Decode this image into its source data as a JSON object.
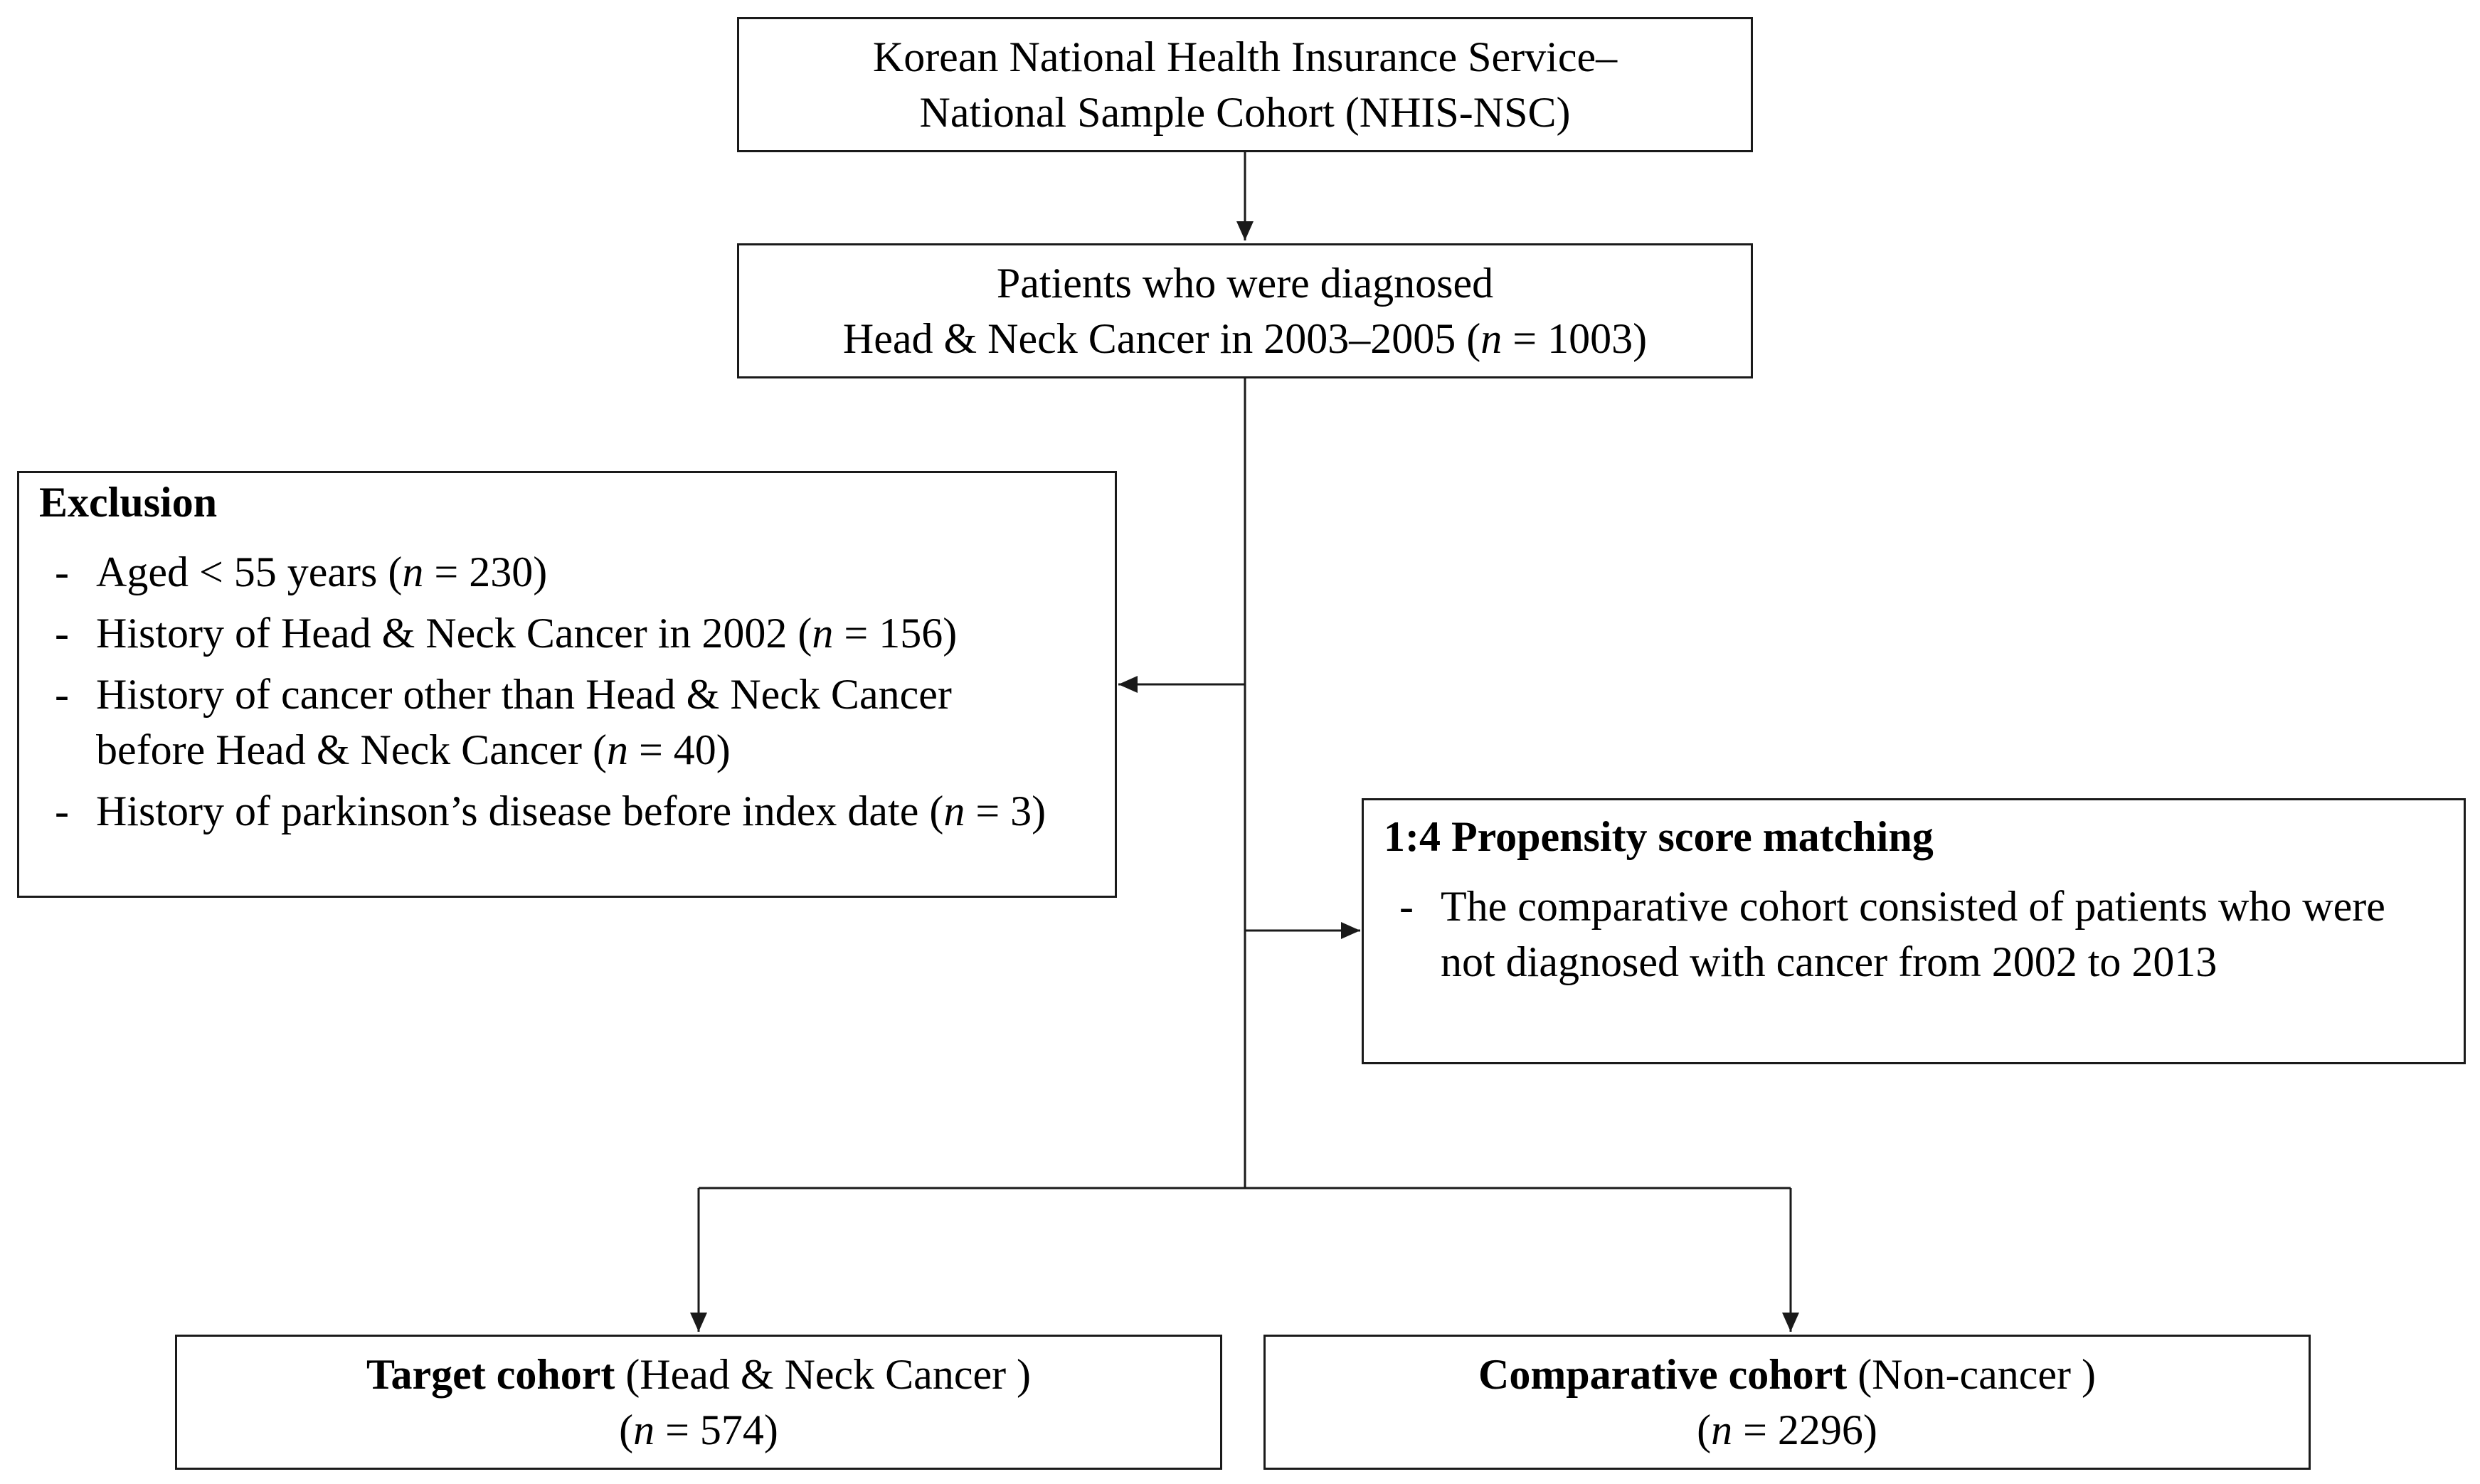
{
  "source_box": {
    "line1": "Korean National Health Insurance Service–",
    "line2": "National Sample Cohort (NHIS-NSC)"
  },
  "diagnosed_box": {
    "line1": "Patients who were diagnosed",
    "line2_prefix": "Head & Neck Cancer  in 2003–2005 (",
    "n_symbol": "n",
    "line2_suffix": " = 1003)"
  },
  "exclusion_box": {
    "heading": "Exclusion",
    "dash": "-",
    "items": [
      {
        "pre": "Aged < 55 years (",
        "n": "n",
        "post": " = 230)"
      },
      {
        "pre": "History of Head & Neck Cancer  in 2002 (",
        "n": "n",
        "post": " = 156)"
      },
      {
        "pre": "History of cancer other than Head & Neck Cancer before Head & Neck Cancer (",
        "n": "n",
        "post": " = 40)"
      },
      {
        "pre": "History of parkinson’s disease before index date (",
        "n": "n",
        "post": " = 3)"
      }
    ]
  },
  "matching_box": {
    "heading": "1:4 Propensity score matching",
    "dash": "-",
    "item": "The comparative cohort consisted of patients who were not diagnosed with cancer  from 2002 to 2013"
  },
  "target_box": {
    "label_bold": "Target cohort",
    "label_rest": " (Head & Neck Cancer )",
    "n_open": "(",
    "n_symbol": "n",
    "n_rest": " = 574)"
  },
  "comparative_box": {
    "label_bold": "Comparative cohort",
    "label_rest": " (Non-cancer )",
    "n_open": "(",
    "n_symbol": "n",
    "n_rest": " = 2296)"
  },
  "colors": {
    "stroke": "#1a1a1a",
    "text": "#000000",
    "background": "#ffffff"
  }
}
